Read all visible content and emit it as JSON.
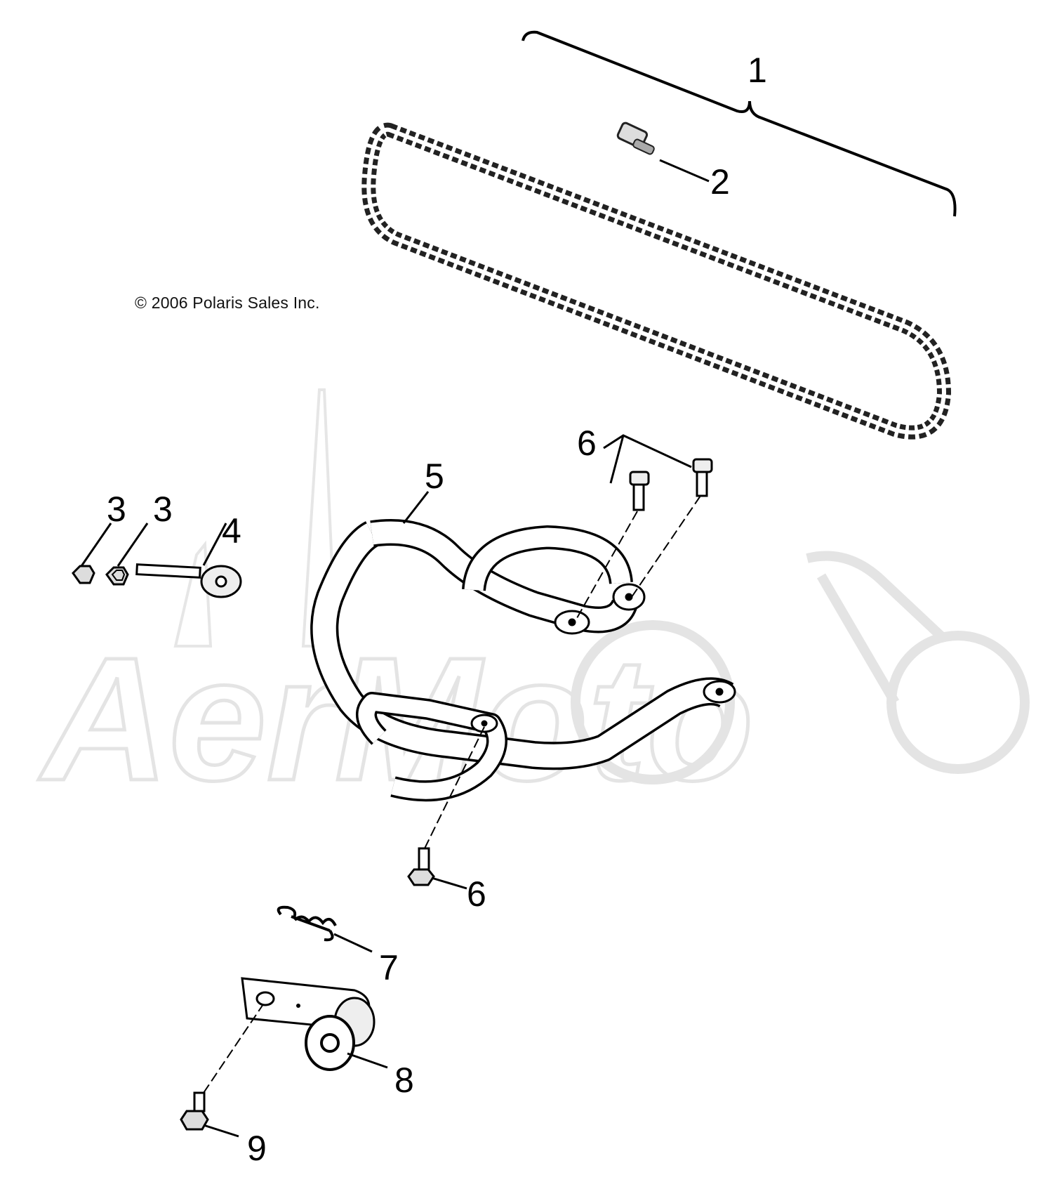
{
  "copyright": "© 2006 Polaris Sales Inc.",
  "watermark": {
    "text": "AerMoto",
    "color": "#e4e4e4"
  },
  "callouts": [
    {
      "id": "c1",
      "label": "1"
    },
    {
      "id": "c2",
      "label": "2"
    },
    {
      "id": "c3a",
      "label": "3"
    },
    {
      "id": "c3b",
      "label": "3"
    },
    {
      "id": "c4",
      "label": "4"
    },
    {
      "id": "c5",
      "label": "5"
    },
    {
      "id": "c6a",
      "label": "6"
    },
    {
      "id": "c6b",
      "label": "6"
    },
    {
      "id": "c7",
      "label": "7"
    },
    {
      "id": "c8",
      "label": "8"
    },
    {
      "id": "c9",
      "label": "9"
    }
  ],
  "parts": [
    {
      "number": "1",
      "name": "chain-assembly"
    },
    {
      "number": "2",
      "name": "master-link"
    },
    {
      "number": "3",
      "name": "nut"
    },
    {
      "number": "4",
      "name": "adjuster-bolt"
    },
    {
      "number": "5",
      "name": "chain-guard-frame"
    },
    {
      "number": "6",
      "name": "bolt"
    },
    {
      "number": "7",
      "name": "spring"
    },
    {
      "number": "8",
      "name": "tensioner-roller"
    },
    {
      "number": "9",
      "name": "bolt"
    }
  ]
}
